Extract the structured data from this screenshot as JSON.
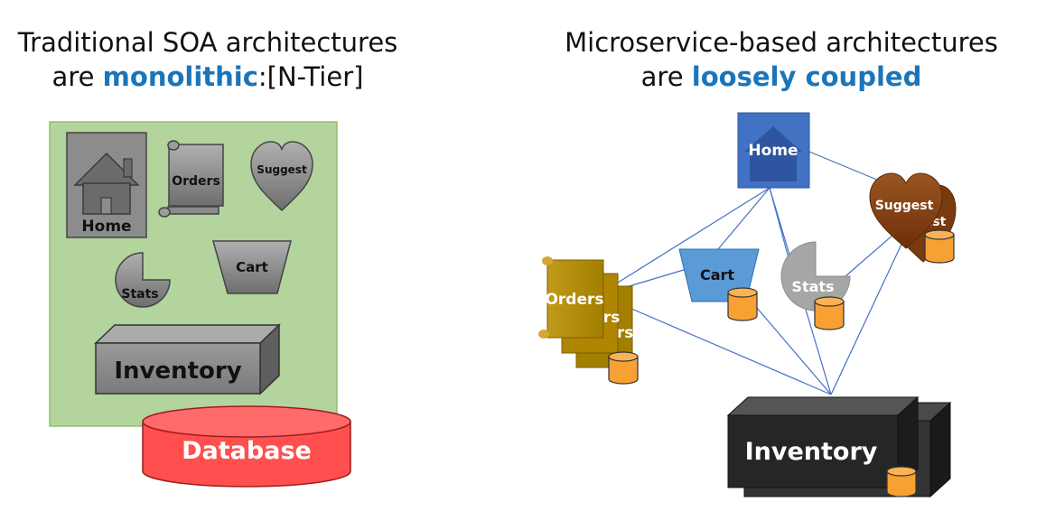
{
  "left_title": {
    "line1": "Traditional SOA architectures",
    "line2_pre": "are ",
    "line2_highlight": "monolithic",
    "line2_post": ":[N-Tier]"
  },
  "right_title": {
    "line1": "Microservice-based architectures",
    "line2_pre": "are ",
    "line2_highlight": "loosely coupled"
  },
  "monolith": {
    "home": "Home",
    "orders": "Orders",
    "suggest": "Suggest",
    "cart": "Cart",
    "stats": "Stats",
    "inventory": "Inventory",
    "database": "Database"
  },
  "micro": {
    "home": "Home",
    "orders": "Orders",
    "orders_back1": "rs",
    "orders_back2": "rs",
    "suggest": "Suggest",
    "suggest_back": "gest",
    "cart": "Cart",
    "stats": "Stats",
    "inventory": "Inventory"
  },
  "colors": {
    "highlight": "#1a75bb",
    "monolith_bg": "#b3d49c",
    "database": "#ff4f4f",
    "home_blue": "#4272c4",
    "cart_blue": "#5b9bd5",
    "orders_gold": "#bf9000",
    "suggest_brown": "#843c0c",
    "stats_gray": "#a6a6a6",
    "inventory_dark": "#262626",
    "db_orange": "#f7a033",
    "link": "#4472c4"
  }
}
